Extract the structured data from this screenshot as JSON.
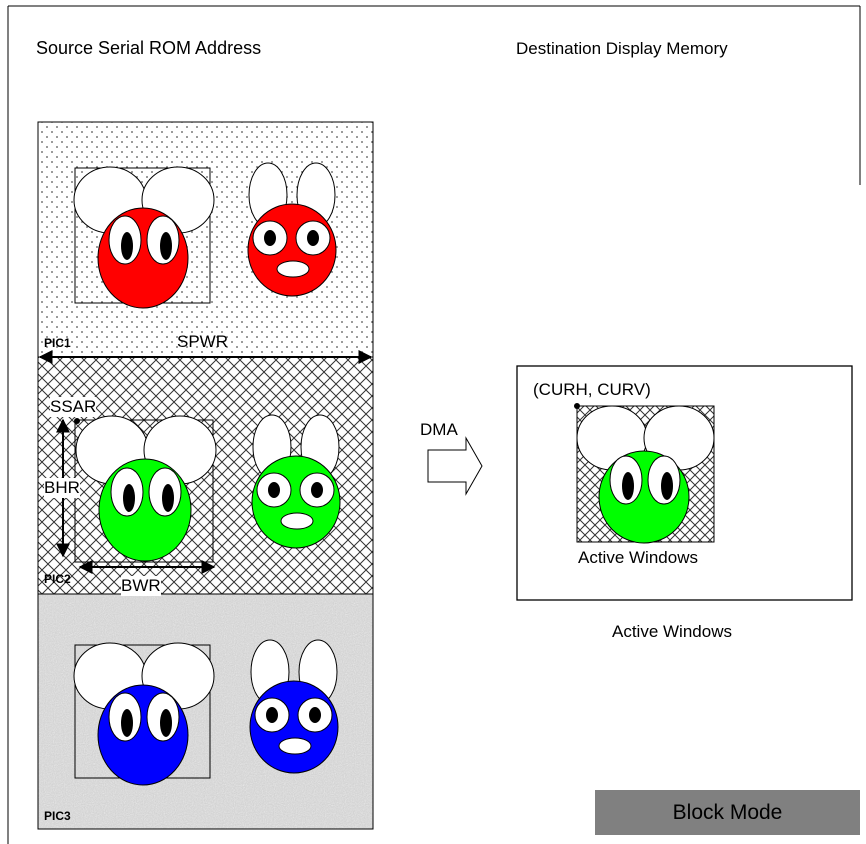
{
  "labels": {
    "source_title": "Source Serial ROM Address",
    "dest_title": "Destination Display Memory",
    "pic1": "PIC1",
    "pic2": "PIC2",
    "pic3": "PIC3",
    "spwr": "SPWR",
    "ssar": "SSAR",
    "bhr": "BHR",
    "bwr": "BWR",
    "dma": "DMA",
    "curh_curv": "(CURH, CURV)",
    "active_windows_inner": "Active Windows",
    "active_windows_caption": "Active Windows",
    "block_mode": "Block Mode"
  },
  "colors": {
    "pic1_face": "#ff0000",
    "pic2_face": "#00ff00",
    "pic3_face": "#0000ff",
    "block_mode_bg": "#808080"
  },
  "panels": [
    {
      "id": "pic1",
      "pattern": "dots",
      "face_color": "#ff0000"
    },
    {
      "id": "pic2",
      "pattern": "crosshatch",
      "face_color": "#00ff00"
    },
    {
      "id": "pic3",
      "pattern": "noise",
      "face_color": "#0000ff"
    }
  ]
}
